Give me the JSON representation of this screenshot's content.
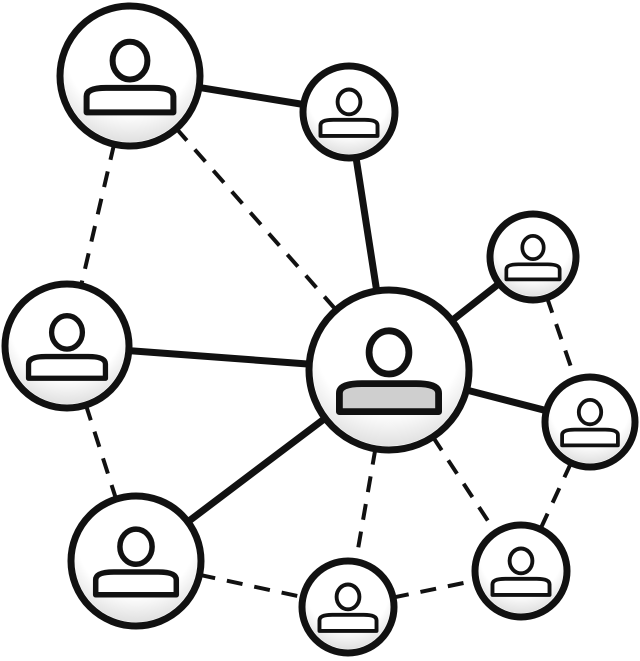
{
  "diagram": {
    "type": "network",
    "colors": {
      "line": "#111111",
      "node_fill": "#ffffff",
      "node_shade": "#d9d9d9",
      "center_body": "#cfcfcf"
    },
    "icon": "person-icon",
    "nodes": [
      {
        "id": "top-left"
      },
      {
        "id": "top"
      },
      {
        "id": "left"
      },
      {
        "id": "center",
        "hub": true
      },
      {
        "id": "right-top"
      },
      {
        "id": "right"
      },
      {
        "id": "bottom-left"
      },
      {
        "id": "bottom"
      },
      {
        "id": "bottom-right"
      }
    ],
    "edges": [
      {
        "from": "top-left",
        "to": "top",
        "style": "solid"
      },
      {
        "from": "top",
        "to": "center",
        "style": "solid"
      },
      {
        "from": "left",
        "to": "center",
        "style": "solid"
      },
      {
        "from": "center",
        "to": "right-top",
        "style": "solid"
      },
      {
        "from": "center",
        "to": "right",
        "style": "solid"
      },
      {
        "from": "center",
        "to": "bottom-left",
        "style": "solid"
      },
      {
        "from": "top-left",
        "to": "left",
        "style": "dashed"
      },
      {
        "from": "top-left",
        "to": "center",
        "style": "dashed"
      },
      {
        "from": "left",
        "to": "bottom-left",
        "style": "dashed"
      },
      {
        "from": "bottom-left",
        "to": "bottom",
        "style": "dashed"
      },
      {
        "from": "bottom",
        "to": "bottom-right",
        "style": "dashed"
      },
      {
        "from": "center",
        "to": "bottom",
        "style": "dashed"
      },
      {
        "from": "center",
        "to": "bottom-right",
        "style": "dashed"
      },
      {
        "from": "right-top",
        "to": "right",
        "style": "dashed"
      },
      {
        "from": "right",
        "to": "bottom-right",
        "style": "dashed"
      }
    ]
  }
}
